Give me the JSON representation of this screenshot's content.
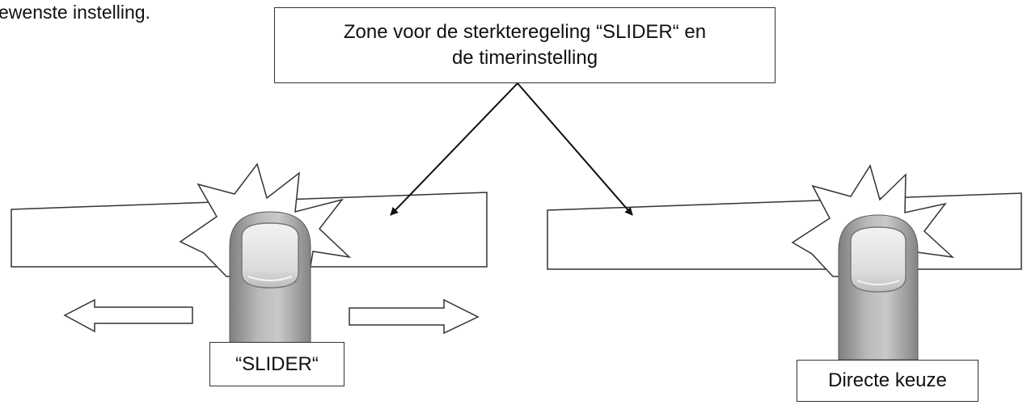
{
  "intro_text": "ewenste instelling.",
  "zone_callout": {
    "line1": "Zone voor de sterkteregeling “SLIDER“ en",
    "line2": "de timerinstelling"
  },
  "slider_label": "“SLIDER“",
  "direct_label": "Directe keuze",
  "colors": {
    "outline": "#333333",
    "finger_dark": "#8a8a8a",
    "finger_light": "#c8c8c8",
    "nail": "#e6e6e6"
  }
}
